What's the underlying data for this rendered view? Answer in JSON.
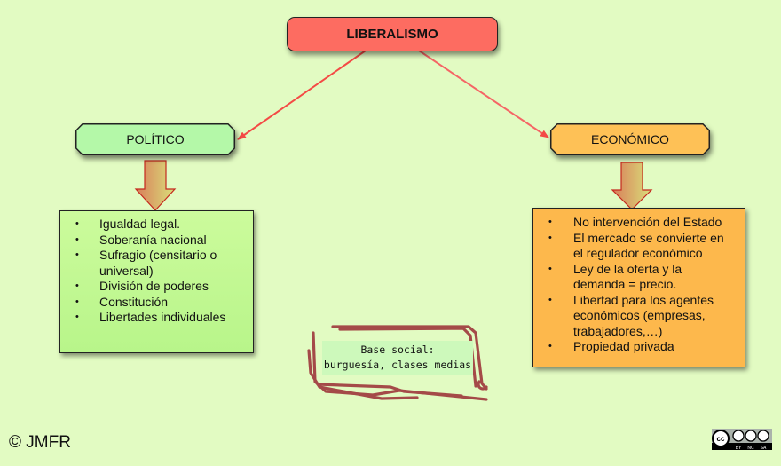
{
  "diagram": {
    "title": "LIBERALISMO",
    "branches": [
      {
        "label": "POLÍTICO",
        "color": "#b4f8a8",
        "items": [
          "Igualdad legal.",
          "Soberanía nacional",
          "Sufragio (censitario o universal)",
          "División de poderes",
          "Constitución",
          "Libertades individuales"
        ]
      },
      {
        "label": "ECONÓMICO",
        "color": "#fec156",
        "items": [
          "No intervención del Estado",
          "El mercado se convierte en el regulador económico",
          "Ley de la oferta y la demanda = precio.",
          "Libertad para los agentes económicos (empresas, trabajadores,…)",
          "Propiedad privada"
        ]
      }
    ],
    "note": {
      "line1": "Base social:",
      "line2": "burguesía, clases medias"
    },
    "colors": {
      "background": "#e2fbc2",
      "root": "#fd6c61",
      "connector": "#f44a45",
      "scribble": "#a44a48"
    }
  },
  "footer": {
    "copyright": "© JMFR",
    "license_badge": "cc-by-nc-sa-icon",
    "license_labels": [
      "BY",
      "NC",
      "SA"
    ]
  }
}
